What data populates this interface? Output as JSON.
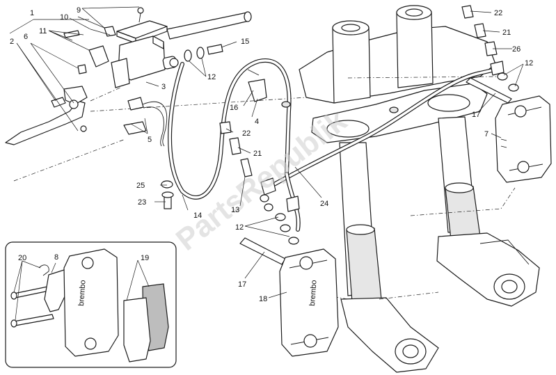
{
  "watermark": "PartsRepublik",
  "callouts": {
    "c1": "1",
    "c2": "2",
    "c3": "3",
    "c4": "4",
    "c5": "5",
    "c6": "6",
    "c7": "7",
    "c8": "8",
    "c9": "9",
    "c10": "10",
    "c11": "11",
    "c12a": "12",
    "c12b": "12",
    "c12c": "12",
    "c13": "13",
    "c14": "14",
    "c15": "15",
    "c16": "16",
    "c17a": "17",
    "c17b": "17",
    "c18": "18",
    "c19": "19",
    "c20": "20",
    "c21a": "21",
    "c21b": "21",
    "c22a": "22",
    "c22b": "22",
    "c23": "23",
    "c24": "24",
    "c25": "25",
    "c26": "26"
  },
  "caliper_brand": "brembo"
}
